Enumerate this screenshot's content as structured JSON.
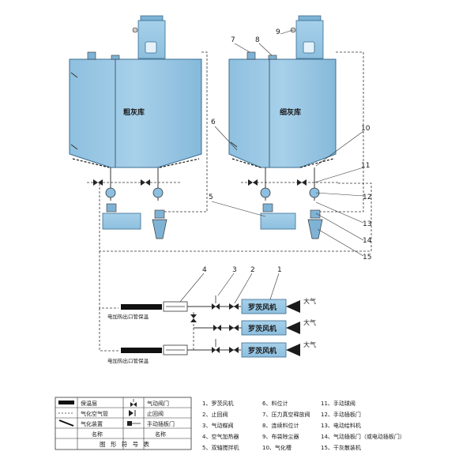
{
  "diagram": {
    "tanks": [
      {
        "id": "coarse",
        "label": "粗灰库"
      },
      {
        "id": "fine",
        "label": "细灰库"
      }
    ],
    "blowers": [
      {
        "label": "罗茨风机",
        "air_label": "大气"
      },
      {
        "label": "罗茨风机",
        "air_label": "大气"
      },
      {
        "label": "罗茨风机",
        "air_label": "大气"
      }
    ],
    "heater_notes": [
      "电加热出口管保温",
      "电加热出口管保温"
    ],
    "callouts": [
      "1",
      "2",
      "3",
      "4",
      "5",
      "6",
      "7",
      "8",
      "9",
      "10",
      "11",
      "12",
      "13",
      "14",
      "15"
    ],
    "legend": {
      "symbols": [
        {
          "label": "保温层",
          "icon": "insulation-symbol"
        },
        {
          "label": "气动阀门",
          "icon": "pneumatic-valve-symbol"
        },
        {
          "label": "气化空气管",
          "icon": "dashed-line-symbol"
        },
        {
          "label": "止回阀",
          "icon": "check-valve-symbol"
        },
        {
          "label": "气化装置",
          "icon": "aeration-symbol"
        },
        {
          "label": "手动插板门",
          "icon": "manual-gate-symbol"
        },
        {
          "label": "名称",
          "icon": "name-header"
        },
        {
          "label": "名称",
          "icon": "name-header"
        }
      ],
      "caption": "图 形 符 号 表",
      "items": [
        "1、罗茨风机",
        "6、料位计",
        "11、手动球阀",
        "2、止回阀",
        "7、压力真空释放阀",
        "12、手动插板门",
        "3、气动蝶阀",
        "8、连续料位计",
        "13、电动给料机",
        "4、空气加热器",
        "9、布袋除尘器",
        "14、气动插板门（或电动插板门）",
        "5、双轴搅拌机",
        "10、气化槽",
        "15、干灰散装机"
      ]
    }
  }
}
